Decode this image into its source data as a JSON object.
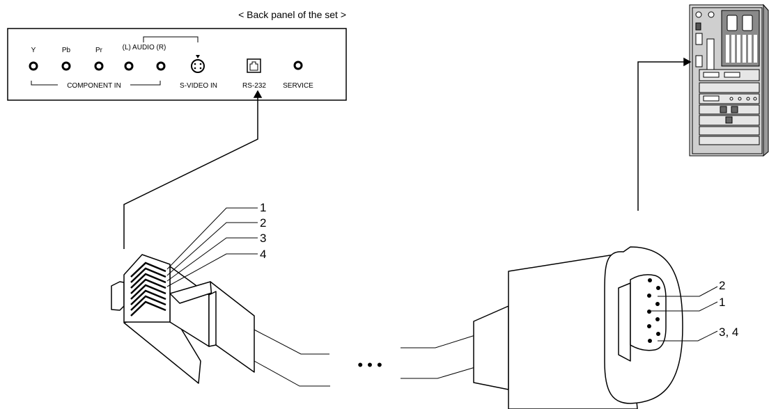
{
  "panel": {
    "title": "< Back panel of the set >",
    "labels": {
      "y": "Y",
      "pb": "Pb",
      "pr": "Pr",
      "audio": "(L) AUDIO (R)",
      "component_in": "COMPONENT IN",
      "s_video_in": "S-VIDEO IN",
      "rs232": "RS-232",
      "service": "SERVICE"
    }
  },
  "rj_pins": [
    "1",
    "2",
    "3",
    "4"
  ],
  "db9_pins": [
    "2",
    "1",
    "3, 4"
  ],
  "ellipsis": "• • •"
}
